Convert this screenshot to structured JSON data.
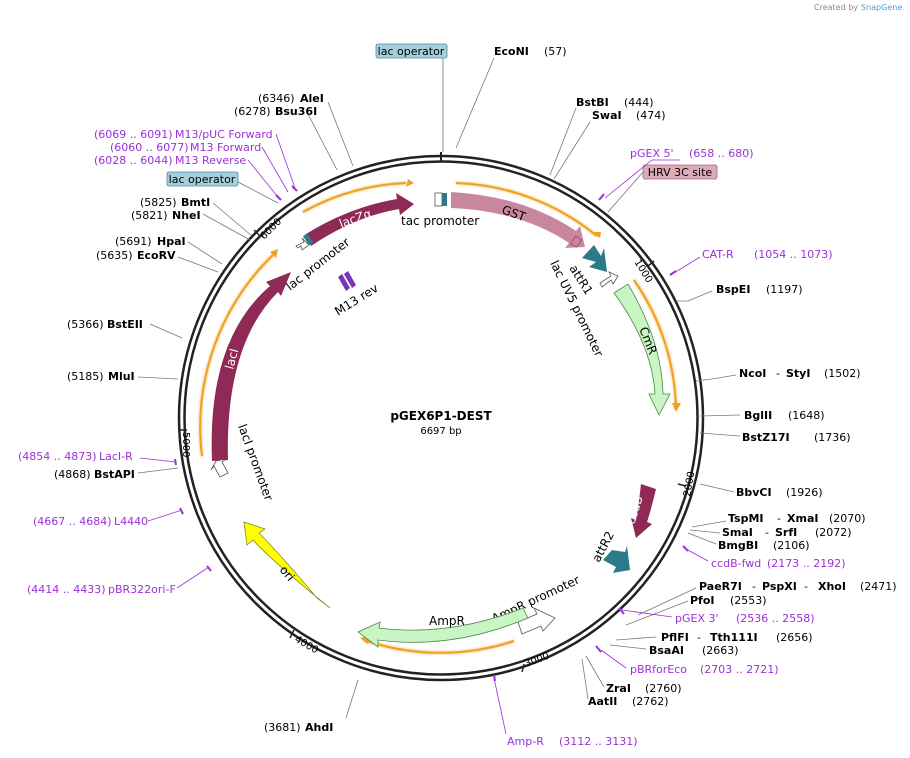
{
  "credit": {
    "prefix": "Created by",
    "brand": "SnapGene"
  },
  "plasmid": {
    "name": "pGEX6P1-DEST",
    "length": "6697 bp"
  },
  "ticks": [
    "1000",
    "2000",
    "3000",
    "4000",
    "5000",
    "6000"
  ],
  "sites": [
    {
      "name": "EcoNI",
      "pos": "(57)"
    },
    {
      "name": "BstBI",
      "pos": "(444)"
    },
    {
      "name": "SwaI",
      "pos": "(474)"
    },
    {
      "name": "BspEI",
      "pos": "(1197)"
    },
    {
      "name": "NcoI",
      "name2": "StyI",
      "pos": "(1502)"
    },
    {
      "name": "BglII",
      "pos": "(1648)"
    },
    {
      "name": "BstZ17I",
      "pos": "(1736)"
    },
    {
      "name": "BbvCI",
      "pos": "(1926)"
    },
    {
      "name": "TspMI",
      "name2": "XmaI",
      "pos": "(2070)"
    },
    {
      "name": "SmaI",
      "name2": "SrfI",
      "pos": "(2072)"
    },
    {
      "name": "BmgBI",
      "pos": "(2106)"
    },
    {
      "name": "PaeR7I",
      "name2": "PspXI",
      "name3": "XhoI",
      "pos": "(2471)"
    },
    {
      "name": "PfoI",
      "pos": "(2553)"
    },
    {
      "name": "PflFI",
      "name2": "Tth111I",
      "pos": "(2656)"
    },
    {
      "name": "BsaAI",
      "pos": "(2663)"
    },
    {
      "name": "ZraI",
      "pos": "(2760)"
    },
    {
      "name": "AatII",
      "pos": "(2762)"
    },
    {
      "name": "AhdI",
      "pos": "(3681)"
    },
    {
      "name": "BstAPI",
      "pos": "(4868)"
    },
    {
      "name": "MluI",
      "pos": "(5185)"
    },
    {
      "name": "BstEII",
      "pos": "(5366)"
    },
    {
      "name": "EcoRV",
      "pos": "(5635)"
    },
    {
      "name": "HpaI",
      "pos": "(5691)"
    },
    {
      "name": "NheI",
      "pos": "(5821)"
    },
    {
      "name": "BmtI",
      "pos": "(5825)"
    },
    {
      "name": "Bsu36I",
      "pos": "(6278)"
    },
    {
      "name": "AleI",
      "pos": "(6346)"
    }
  ],
  "primers": [
    {
      "name": "pGEX 5'",
      "range": "(658 .. 680)"
    },
    {
      "name": "CAT-R",
      "range": "(1054 .. 1073)"
    },
    {
      "name": "ccdB-fwd",
      "range": "(2173 .. 2192)"
    },
    {
      "name": "pGEX 3'",
      "range": "(2536 .. 2558)"
    },
    {
      "name": "pBRforEco",
      "range": "(2703 .. 2721)"
    },
    {
      "name": "Amp-R",
      "range": "(3112 .. 3131)"
    },
    {
      "name": "pBR322ori-F",
      "range": "(4414 .. 4433)"
    },
    {
      "name": "L4440",
      "range": "(4667 .. 4684)"
    },
    {
      "name": "LacI-R",
      "range": "(4854 .. 4873)"
    },
    {
      "name": "M13 Reverse",
      "range": "(6028 .. 6044)"
    },
    {
      "name": "M13 Forward",
      "range": "(6060 .. 6077)"
    },
    {
      "name": "M13/pUC Forward",
      "range": "(6069 .. 6091)"
    }
  ],
  "boxed": {
    "lac_op_top": "lac operator",
    "lac_op_left": "lac operator",
    "hrv": "HRV 3C site"
  },
  "features": {
    "lacZa": "lacZα",
    "tac_promoter": "tac promoter",
    "gst": "GST",
    "attR1": "attR1",
    "lacUV5": "lac UV5 promoter",
    "cmr": "CmR",
    "ccdb": "ccdB",
    "attR2": "attR2",
    "ampr_promoter": "AmpR promoter",
    "ampr": "AmpR",
    "ori": "ori",
    "laci": "lacI",
    "laci_promoter": "lacI promoter",
    "lac_promoter": "lac promoter",
    "m13rev": "M13 rev"
  },
  "colors": {
    "backbone": "#222222",
    "maroon": "#8e2a55",
    "pink": "#c9879f",
    "teal": "#2d7a8c",
    "mint": "#c8f5c3",
    "yellow": "#ffff00",
    "orange": "#f0a020",
    "primer": "#9b30d9",
    "box_blue": "#a4d0dc",
    "box_pink": "#dcaab8"
  }
}
